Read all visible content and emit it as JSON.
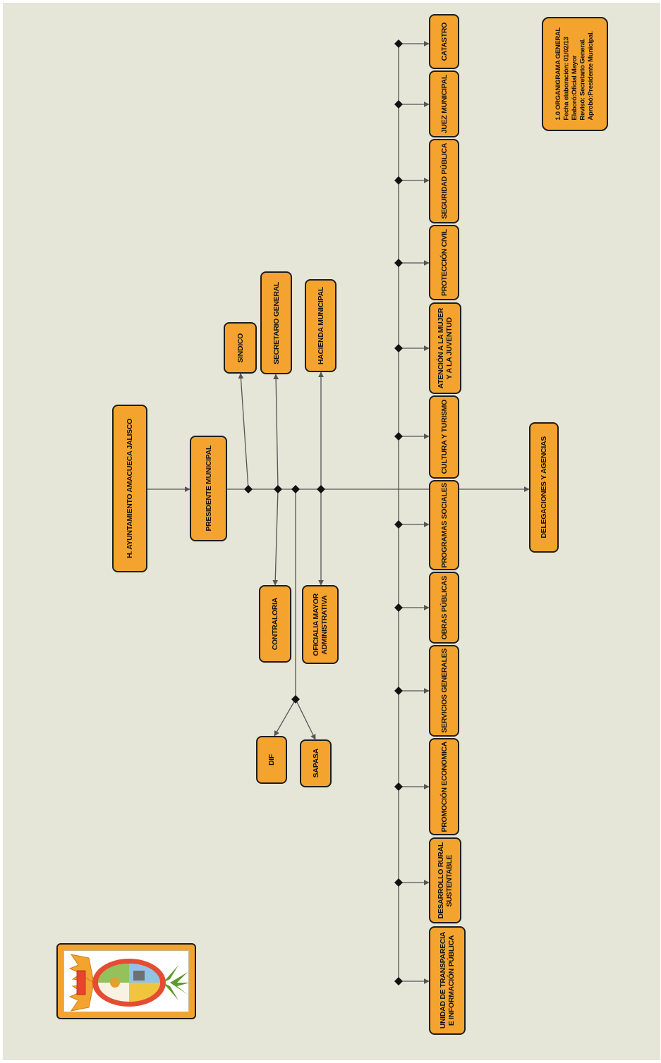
{
  "diagram": {
    "root": "H. AYUNTAMIENTO AMACUECA JALISCO",
    "president": "PRESIDENTE MUNICIPAL",
    "upper_units": [
      "SINDICO",
      "SECRETARIO GENERAL",
      "HACIENDA MUNICIPAL"
    ],
    "lower_units": [
      "CONTRALORIA",
      "OFICIALIA MAYOR\nADMINISTRATIVA"
    ],
    "decentralized": [
      "DIF",
      "SAPASA"
    ],
    "delegations": "DELEGACIONES Y AGENCIAS",
    "departments": [
      "CATASTRO",
      "JUEZ MUNICIPAL",
      "SEGURIDAD PÚBLICA",
      "PROTECCIÓN CIVIL",
      "ATENCIÓN A LA MUJER\nY A LA JUVENTUD",
      "CULTURA Y TURISMO",
      "PROGRAMAS SOCIALES",
      "OBRAS PÚBLICAS",
      "SERVICIOS GENERALES",
      "PROMOCIÓN ECONOMICA",
      "DESARROLLO RURAL\nSUSTENTABLE",
      "UNIDAD DE TRANSPARECIA\nE INFORMACIÓN PÚBLICA"
    ],
    "info_note": "1.0 ORGANIGRAMA GENERAL\nFecha elaboración: 01/02/13\nElaboró:Oficial Mayor\nRevisó: Secretario General.\nAprobó:Presidente Municipal."
  },
  "colors": {
    "box_fill": "#f4a42e",
    "background": "#e5e6d8",
    "border": "#1e1e1e"
  }
}
